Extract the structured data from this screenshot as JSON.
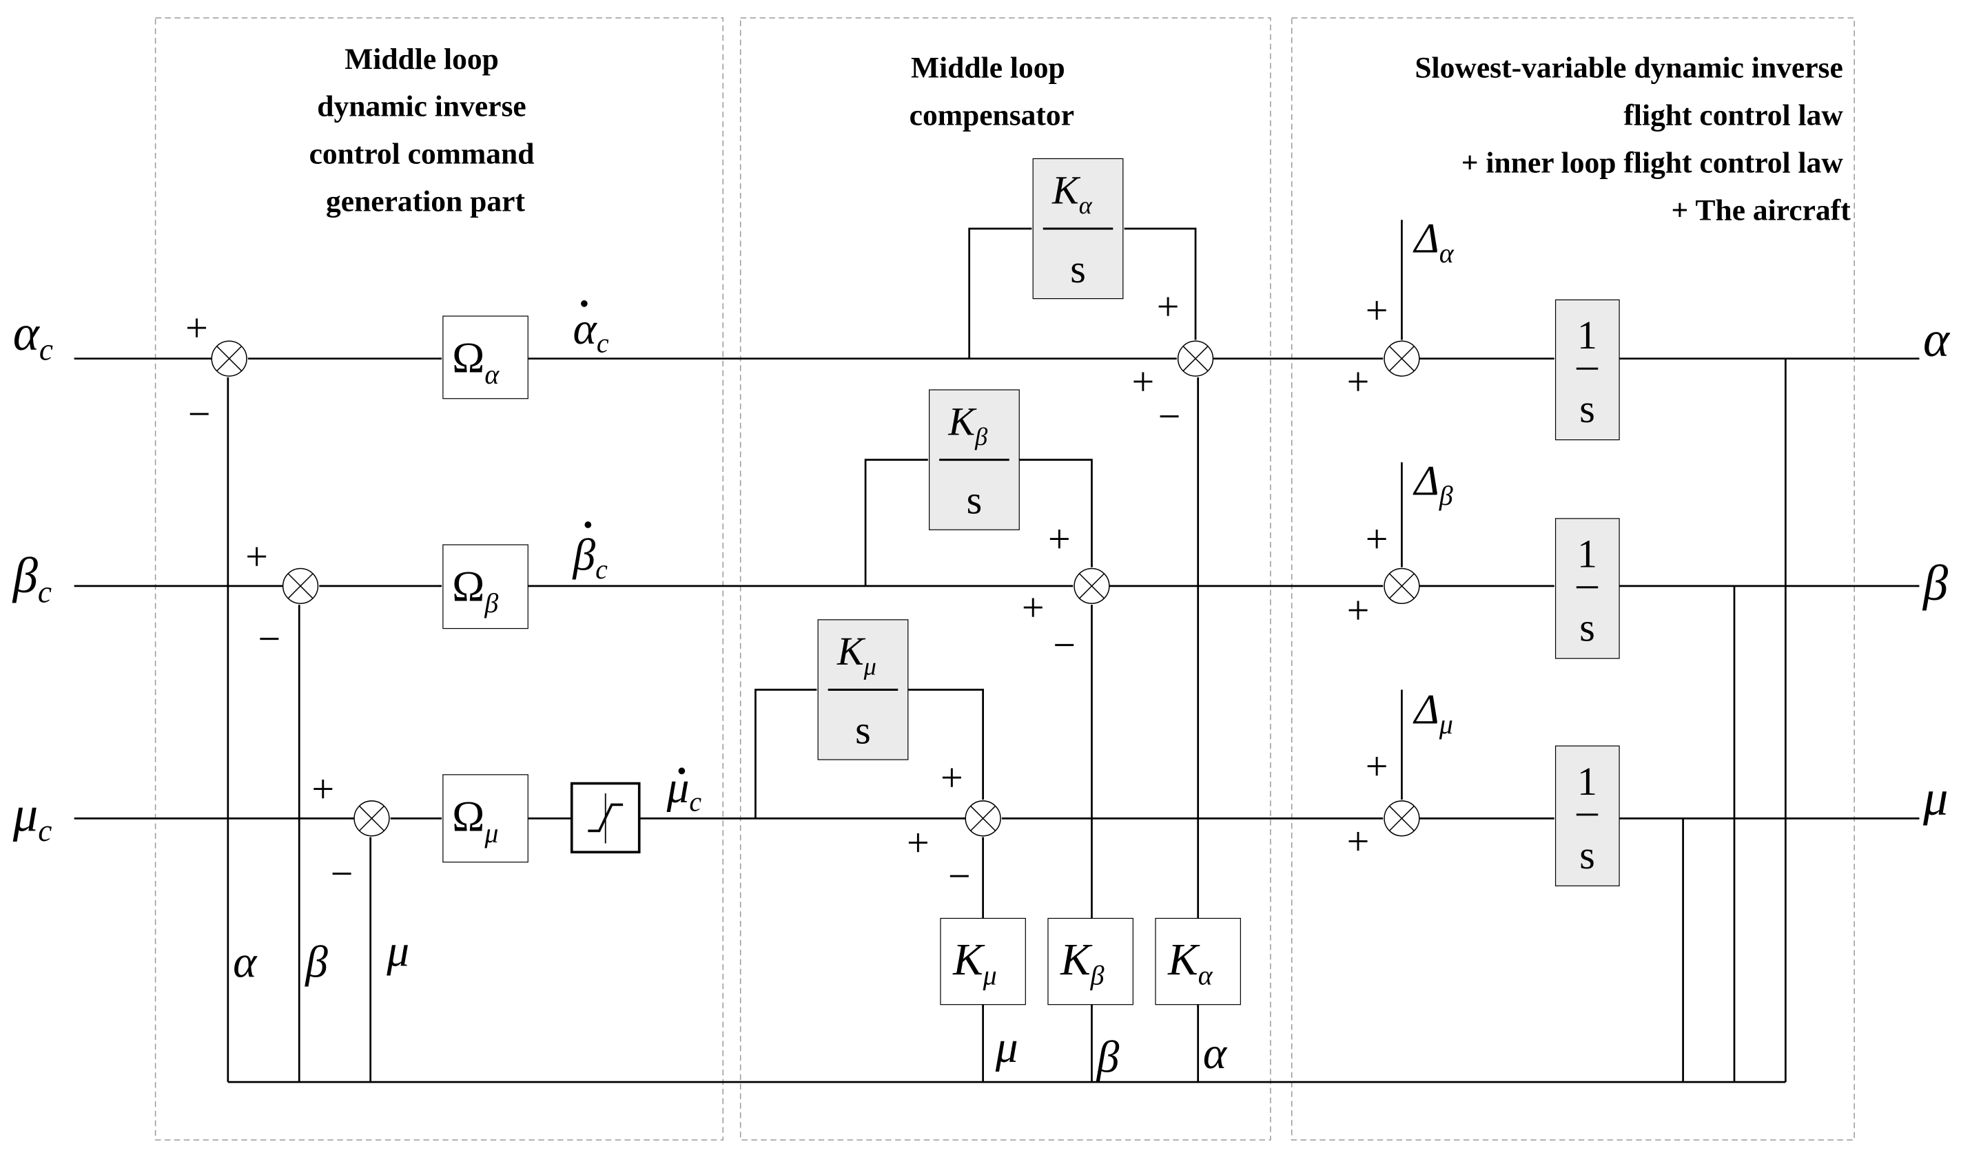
{
  "sections": {
    "left": [
      "Middle loop",
      "dynamic inverse",
      "control command",
      "generation part"
    ],
    "middle": [
      "Middle loop",
      "compensator"
    ],
    "right": [
      "Slowest-variable dynamic inverse",
      "flight control law",
      "+ inner loop flight control law",
      "+ The aircraft"
    ]
  },
  "inputs": {
    "alpha": {
      "sym": "α",
      "sub": "c"
    },
    "beta": {
      "sym": "β",
      "sub": "c"
    },
    "mu": {
      "sym": "μ",
      "sub": "c"
    }
  },
  "outputs": {
    "alpha": "α",
    "beta": "β",
    "mu": "μ"
  },
  "omega_blocks": {
    "alpha": {
      "sym": "Ω",
      "sub": "α"
    },
    "beta": {
      "sym": "Ω",
      "sub": "β"
    },
    "mu": {
      "sym": "Ω",
      "sub": "μ"
    }
  },
  "derivative_labels": {
    "alpha": {
      "sym": "α",
      "sub": "c"
    },
    "beta": {
      "sym": "β",
      "sub": "c"
    },
    "mu": {
      "sym": "μ",
      "sub": "c"
    }
  },
  "integral_gain_blocks": {
    "alpha": {
      "num": "K",
      "sub": "α",
      "den": "s"
    },
    "beta": {
      "num": "K",
      "sub": "β",
      "den": "s"
    },
    "mu": {
      "num": "K",
      "sub": "μ",
      "den": "s"
    }
  },
  "gain_blocks": {
    "mu": {
      "sym": "K",
      "sub": "μ"
    },
    "beta": {
      "sym": "K",
      "sub": "β"
    },
    "alpha": {
      "sym": "K",
      "sub": "α"
    }
  },
  "feedback_labels": {
    "alpha": "α",
    "beta": "β",
    "mu": "μ",
    "gain_mu": "μ",
    "gain_beta": "β",
    "gain_alpha": "α"
  },
  "disturbances": {
    "alpha": {
      "sym": "Δ",
      "sub": "α"
    },
    "beta": {
      "sym": "Δ",
      "sub": "β"
    },
    "mu": {
      "sym": "Δ",
      "sub": "μ"
    }
  },
  "integrator_blocks": {
    "num": "1",
    "den": "s"
  },
  "signs": {
    "plus": "+",
    "minus": "−"
  }
}
